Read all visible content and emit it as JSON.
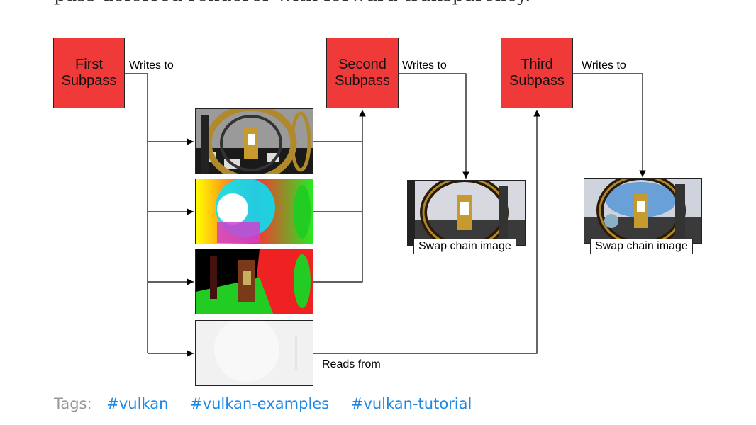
{
  "intro_text": "pass deferred renderer with forward transparency.",
  "diagram": {
    "subpasses": [
      {
        "label": "First\nSubpass"
      },
      {
        "label": "Second\nSubpass"
      },
      {
        "label": "Third\nSubpass"
      }
    ],
    "edge_labels": {
      "writes_to_1": "Writes to",
      "writes_to_2": "Writes to",
      "writes_to_3": "Writes to",
      "reads_from": "Reads from"
    },
    "swapchain_caption_1": "Swap chain image",
    "swapchain_caption_2": "Swap chain image"
  },
  "tags": {
    "label": "Tags:",
    "items": [
      "#vulkan",
      "#vulkan-examples",
      "#vulkan-tutorial"
    ]
  },
  "colors": {
    "subpass_box": "#f03a3a",
    "tag_link": "#1e88e5"
  }
}
